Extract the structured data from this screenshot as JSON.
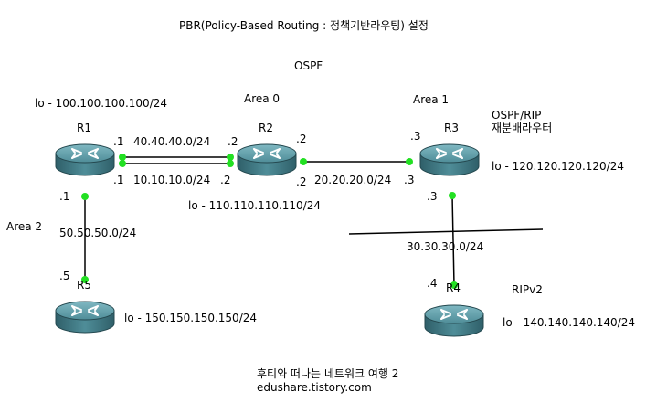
{
  "title": "PBR(Policy-Based Routing : 정책기반라우팅) 설정",
  "protocol_label": "OSPF",
  "areas": {
    "area0": "Area 0",
    "area1": "Area 1",
    "area2": "Area 2"
  },
  "routers": {
    "r1": {
      "name": "R1",
      "loopback": "lo - 100.100.100.100/24"
    },
    "r2": {
      "name": "R2",
      "loopback": "lo - 110.110.110.110/24"
    },
    "r3": {
      "name": "R3",
      "loopback": "lo - 120.120.120.120/24",
      "role_line1": "OSPF/RIP",
      "role_line2": "재분배라우터"
    },
    "r4": {
      "name": "R4",
      "loopback": "lo - 140.140.140.140/24",
      "protocol": "RIPv2"
    },
    "r5": {
      "name": "R5",
      "loopback": "lo - 150.150.150.150/24"
    }
  },
  "networks": {
    "r1_r2_upper": "40.40.40.0/24",
    "r1_r2_lower": "10.10.10.0/24",
    "r2_r3": "20.20.20.0/24",
    "r3_r4": "30.30.30.0/24",
    "r1_r5": "50.50.50.0/24"
  },
  "interfaces": {
    "r1_upper": ".1",
    "r1_lower": ".1",
    "r2_upper": ".2",
    "r2_lower": ".2",
    "r2_right_top": ".2",
    "r2_right_bottom": ".2",
    "r3_left_top": ".3",
    "r3_left_bottom": ".3",
    "r3_down": ".3",
    "r4_up": ".4",
    "r1_down": ".1",
    "r5_up": ".5"
  },
  "footer": {
    "line1": "후티와 떠나는 네트워크 여행 2",
    "line2": "edushare.tistory.com"
  },
  "colors": {
    "link": "#000000",
    "port_dot": "#22e022",
    "router_top": "#5f9ea8",
    "router_side": "#3f7480"
  }
}
